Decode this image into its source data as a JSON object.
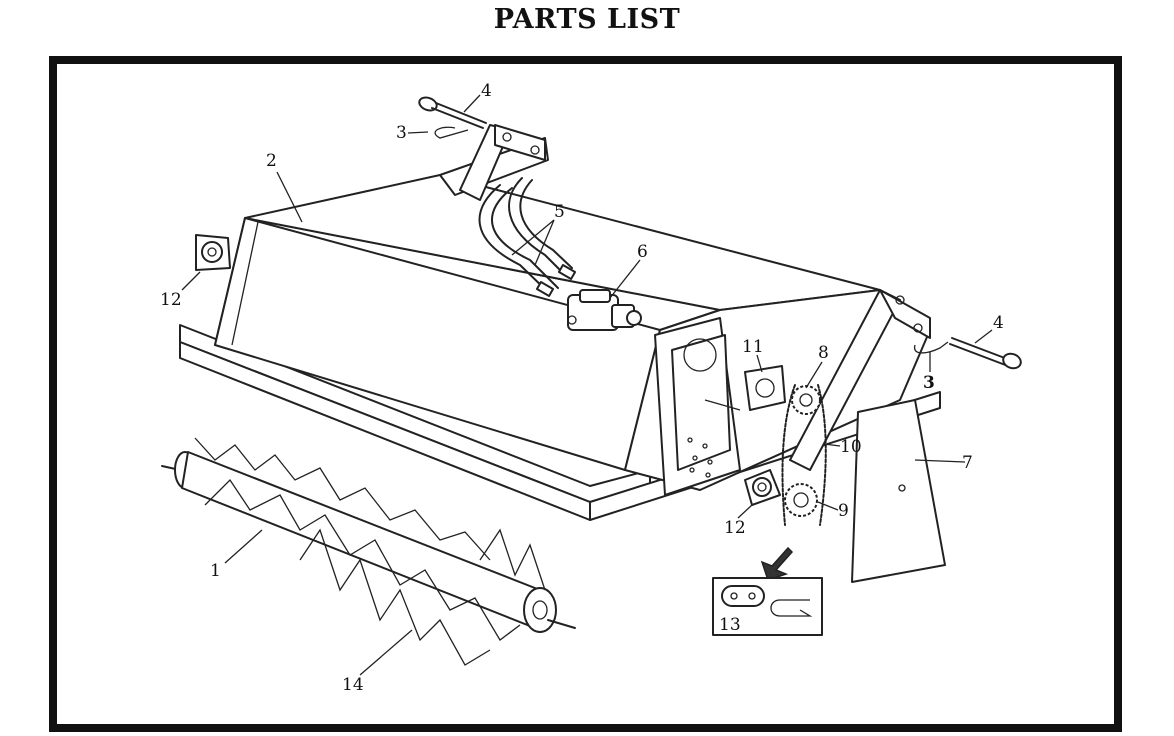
{
  "title": "PARTS LIST",
  "callouts": [
    {
      "id": "c1",
      "label": "1"
    },
    {
      "id": "c2",
      "label": "2"
    },
    {
      "id": "c3a",
      "label": "3"
    },
    {
      "id": "c3b",
      "label": "3"
    },
    {
      "id": "c4a",
      "label": "4"
    },
    {
      "id": "c4b",
      "label": "4"
    },
    {
      "id": "c5",
      "label": "5"
    },
    {
      "id": "c6",
      "label": "6"
    },
    {
      "id": "c7",
      "label": "7"
    },
    {
      "id": "c8",
      "label": "8"
    },
    {
      "id": "c9",
      "label": "9"
    },
    {
      "id": "c10",
      "label": "10"
    },
    {
      "id": "c11",
      "label": "11"
    },
    {
      "id": "c12a",
      "label": "12"
    },
    {
      "id": "c12b",
      "label": "12"
    },
    {
      "id": "c13",
      "label": "13"
    },
    {
      "id": "c14",
      "label": "14"
    }
  ]
}
